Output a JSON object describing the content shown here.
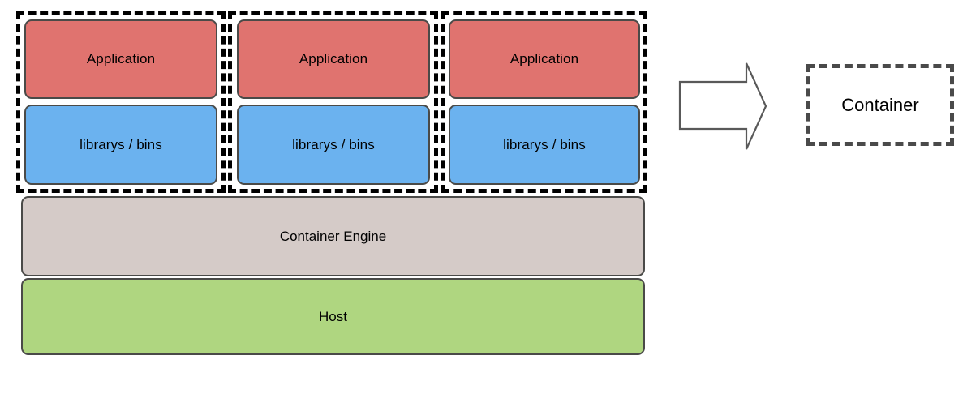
{
  "diagram": {
    "title": "Container architecture diagram",
    "colors": {
      "application": "#E0736F",
      "libraries": "#6BB2EF",
      "engine": "#D5CBC8",
      "host": "#AFD680",
      "box_stroke": "#4A4A48",
      "dashed_group_stroke": "#000000",
      "result_dashed_stroke": "#4A4A4A",
      "arrow_stroke": "#595959",
      "background": "#FFFFFF"
    },
    "stack_groups": [
      {
        "group_label": "container-group-1",
        "application_label": "Application",
        "libraries_label": "librarys / bins"
      },
      {
        "group_label": "container-group-2",
        "application_label": "Application",
        "libraries_label": "librarys / bins"
      },
      {
        "group_label": "container-group-3",
        "application_label": "Application",
        "libraries_label": "librarys / bins"
      }
    ],
    "engine_label": "Container Engine",
    "host_label": "Host",
    "arrow": {
      "icon": "right-block-arrow-icon",
      "direction": "right"
    },
    "result": {
      "label": "Container"
    }
  }
}
